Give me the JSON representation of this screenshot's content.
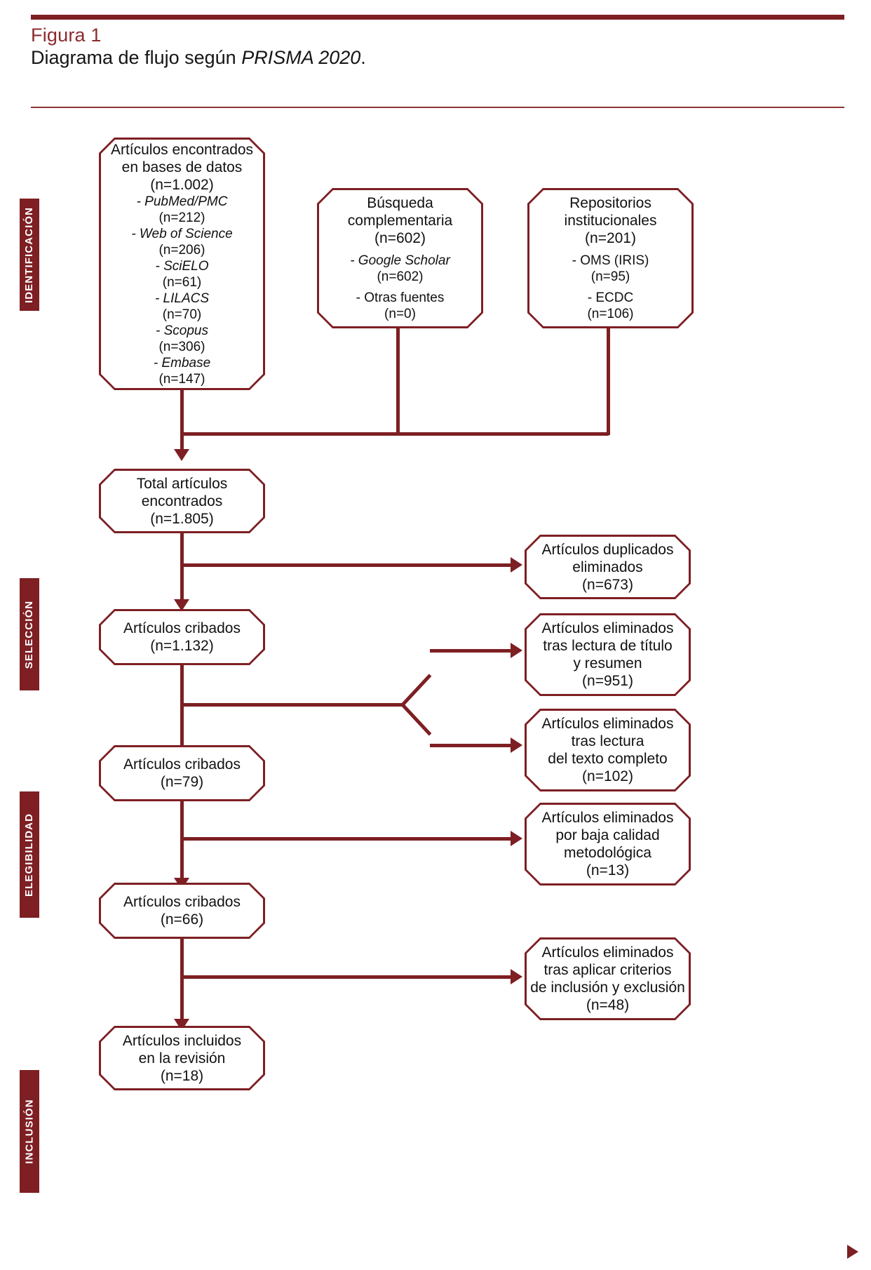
{
  "figure": {
    "label": "Figura 1",
    "caption_plain": "Diagrama de flujo según ",
    "caption_italic": "PRISMA 2020",
    "caption_end": "."
  },
  "colors": {
    "accent": "#7d1f23",
    "label_red": "#8c2a2e",
    "text": "#111111",
    "background": "#ffffff"
  },
  "stages": [
    {
      "id": "identificacion",
      "label": "IDENTIFICACIÓN"
    },
    {
      "id": "seleccion",
      "label": "SELECCIÓN"
    },
    {
      "id": "elegibilidad",
      "label": "ELEGIBILIDAD"
    },
    {
      "id": "inclusion",
      "label": "INCLUSIÓN"
    }
  ],
  "boxes": {
    "databases": {
      "title_1": "Artículos encontrados",
      "title_2": "en bases de datos",
      "count": "(n=1.002)",
      "sources": [
        {
          "name": "- PubMed/PMC",
          "count": "(n=212)"
        },
        {
          "name": "- Web of Science",
          "count": "(n=206)"
        },
        {
          "name": "- SciELO",
          "count": "(n=61)"
        },
        {
          "name": "- LILACS",
          "count": "(n=70)"
        },
        {
          "name": "- Scopus",
          "count": "(n=306)"
        },
        {
          "name": "- Embase",
          "count": "(n=147)"
        }
      ]
    },
    "complementary": {
      "title_1": "Búsqueda",
      "title_2": "complementaria",
      "count": "(n=602)",
      "sources": [
        {
          "name": "- Google Scholar",
          "count": "(n=602)"
        },
        {
          "name": "- Otras fuentes",
          "count": "(n=0)"
        }
      ]
    },
    "repositories": {
      "title_1": "Repositorios",
      "title_2": "institucionales",
      "count": "(n=201)",
      "sources": [
        {
          "name": "- OMS (IRIS)",
          "count": "(n=95)"
        },
        {
          "name": "- ECDC",
          "count": "(n=106)"
        }
      ]
    },
    "total_found": {
      "line_1": "Total artículos",
      "line_2": "encontrados",
      "count": "(n=1.805)"
    },
    "screened_1": {
      "line_1": "Artículos cribados",
      "count": "(n=1.132)"
    },
    "screened_2": {
      "line_1": "Artículos cribados",
      "count": "(n=79)"
    },
    "screened_3": {
      "line_1": "Artículos cribados",
      "count": "(n=66)"
    },
    "included": {
      "line_1": "Artículos incluidos",
      "line_2": "en la revisión",
      "count": "(n=18)"
    },
    "excluded_duplicates": {
      "line_1": "Artículos duplicados",
      "line_2": "eliminados",
      "count": "(n=673)"
    },
    "excluded_title_abstract": {
      "line_1": "Artículos eliminados",
      "line_2": "tras lectura de título",
      "line_3": "y resumen",
      "count": "(n=951)"
    },
    "excluded_fulltext": {
      "line_1": "Artículos eliminados",
      "line_2": "tras lectura",
      "line_3": "del texto completo",
      "count": "(n=102)"
    },
    "excluded_quality": {
      "line_1": "Artículos eliminados",
      "line_2": "por baja calidad",
      "line_3": "metodológica",
      "count": "(n=13)"
    },
    "excluded_criteria": {
      "line_1": "Artículos eliminados",
      "line_2": "tras aplicar criterios",
      "line_3": "de inclusión y exclusión",
      "count": "(n=48)"
    }
  },
  "chart_data": {
    "type": "diagram",
    "title": "Diagrama de flujo según PRISMA 2020",
    "flow": [
      {
        "stage": "IDENTIFICACIÓN",
        "node": "Artículos encontrados en bases de datos",
        "n": 1002
      },
      {
        "stage": "IDENTIFICACIÓN",
        "node": "Búsqueda complementaria",
        "n": 602
      },
      {
        "stage": "IDENTIFICACIÓN",
        "node": "Repositorios institucionales",
        "n": 201
      },
      {
        "stage": "IDENTIFICACIÓN",
        "node": "Total artículos encontrados",
        "n": 1805
      },
      {
        "stage": "SELECCIÓN",
        "node": "Artículos duplicados eliminados",
        "n": 673
      },
      {
        "stage": "SELECCIÓN",
        "node": "Artículos cribados",
        "n": 1132
      },
      {
        "stage": "SELECCIÓN",
        "node": "Artículos eliminados tras lectura de título y resumen",
        "n": 951
      },
      {
        "stage": "SELECCIÓN",
        "node": "Artículos eliminados tras lectura del texto completo",
        "n": 102
      },
      {
        "stage": "ELEGIBILIDAD",
        "node": "Artículos cribados",
        "n": 79
      },
      {
        "stage": "ELEGIBILIDAD",
        "node": "Artículos eliminados por baja calidad metodológica",
        "n": 13
      },
      {
        "stage": "ELEGIBILIDAD",
        "node": "Artículos cribados",
        "n": 66
      },
      {
        "stage": "INCLUSIÓN",
        "node": "Artículos eliminados tras aplicar criterios de inclusión y exclusión",
        "n": 48
      },
      {
        "stage": "INCLUSIÓN",
        "node": "Artículos incluidos en la revisión",
        "n": 18
      }
    ]
  }
}
